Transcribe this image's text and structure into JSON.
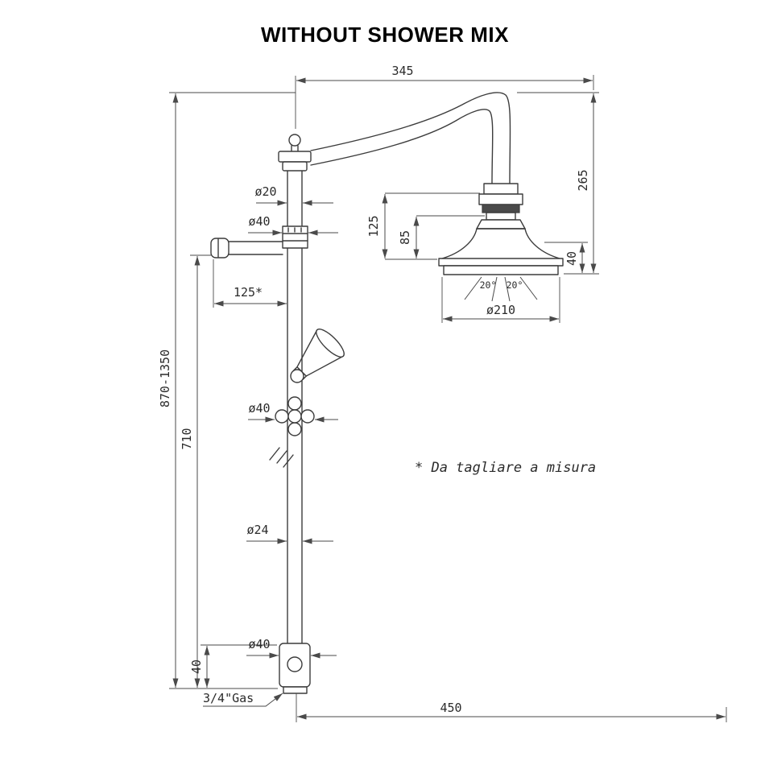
{
  "title": "WITHOUT SHOWER MIX",
  "note": "* Da tagliare a misura",
  "dims": {
    "arm_reach": "345",
    "head_drop": "265",
    "head_assembly_height": "125",
    "head_height": "85",
    "head_rim_height": "40",
    "head_diameter": "ø210",
    "spray_angle_left": "20°",
    "spray_angle_right": "20°",
    "top_pipe_diameter": "ø20",
    "slider_diameter": "ø40",
    "holder_length": "125*",
    "diverter_diameter": "ø40",
    "pipe_diameter": "ø24",
    "total_height": "870-1350",
    "column_height": "710",
    "flange_height": "40",
    "flange_diameter": "ø40",
    "thread": "3/4\"Gas",
    "base_offset": "450"
  }
}
